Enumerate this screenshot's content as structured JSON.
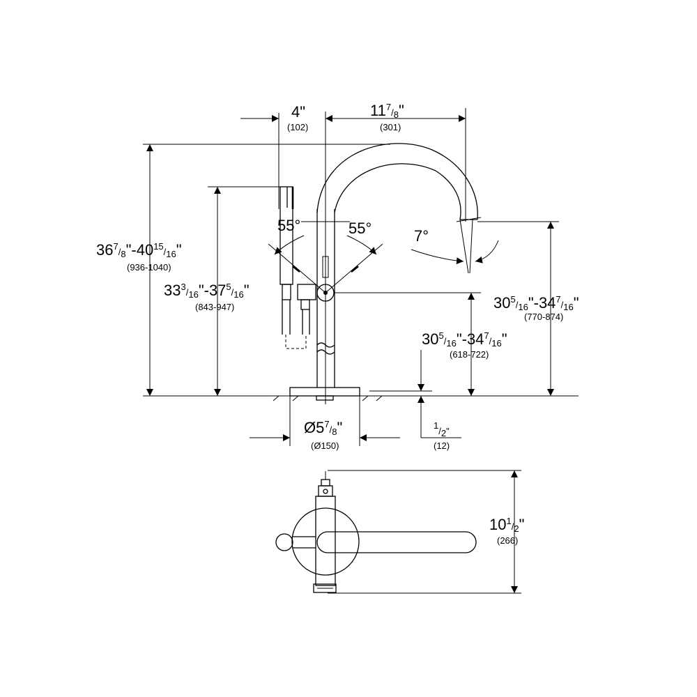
{
  "dims": {
    "width_4": {
      "imperial": "4\"",
      "metric": "(102)"
    },
    "reach": {
      "whole": "11",
      "num": "7",
      "den": "8",
      "tail": "\"",
      "metric": "(301)"
    },
    "total_height": {
      "a_whole": "36",
      "a_num": "7",
      "a_den": "8",
      "mid": "\"-40",
      "b_num": "15",
      "b_den": "16",
      "tail": "\"",
      "metric": "(936-1040)"
    },
    "handle_height": {
      "a_whole": "33",
      "a_num": "3",
      "a_den": "16",
      "mid": "\"-37",
      "b_num": "5",
      "b_den": "16",
      "tail": "\"",
      "metric": "(843-947)"
    },
    "spout_height": {
      "a_whole": "30",
      "a_num": "5",
      "a_den": "16",
      "mid": "\"-34",
      "b_num": "7",
      "b_den": "16",
      "tail": "\"",
      "metric": "(770-874)"
    },
    "body_height": {
      "a_whole": "30",
      "a_num": "5",
      "a_den": "16",
      "mid": "\"-34",
      "b_num": "7",
      "b_den": "16",
      "tail": "\"",
      "metric": "(618-722)"
    },
    "base_diameter": {
      "prefix": "Ø5",
      "num": "7",
      "den": "8",
      "tail": "\"",
      "metric": "(Ø150)"
    },
    "floor_offset": {
      "num": "1",
      "den": "2",
      "tail": "\"",
      "metric": "(12)"
    },
    "top_length": {
      "whole": "10",
      "num": "1",
      "den": "2",
      "tail": "\"",
      "metric": "(266)"
    },
    "angle_left": "55°",
    "angle_right": "55°",
    "angle_spout": "7°"
  }
}
